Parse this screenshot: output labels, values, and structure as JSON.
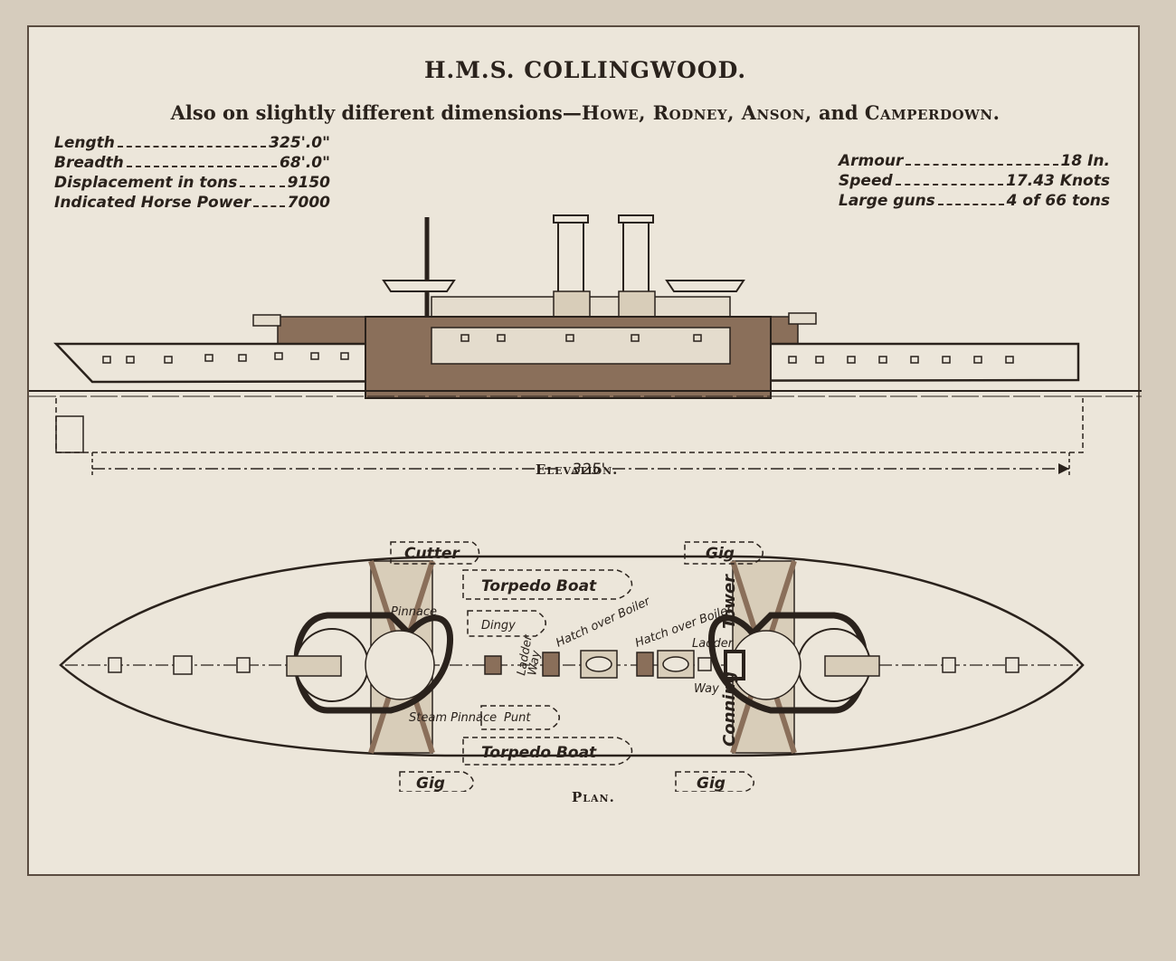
{
  "title": "H.M.S. COLLINGWOOD.",
  "subtitle": {
    "prefix": "Also on slightly different dimensions—",
    "ships": "Howe, Rodney, Anson,",
    "and": "and",
    "last": "Camperdown."
  },
  "specs_left": [
    {
      "label": "Length",
      "value": "325'.0\""
    },
    {
      "label": "Breadth",
      "value": "68'.0\""
    },
    {
      "label": "Displacement in tons",
      "value": "9150"
    },
    {
      "label": "Indicated Horse Power",
      "value": "7000"
    }
  ],
  "specs_right": [
    {
      "label": "Armour",
      "value": "18 In."
    },
    {
      "label": "Speed",
      "value": "17.43 Knots"
    },
    {
      "label": "Large guns",
      "value": "4 of 66 tons"
    }
  ],
  "elevation": {
    "caption": "Elevation.",
    "length_label": "325'"
  },
  "plan": {
    "caption": "Plan.",
    "labels": {
      "cutter": "Cutter",
      "gig_top": "Gig",
      "torpedo_top": "Torpedo Boat",
      "pinnace": "Pinnace",
      "dingy": "Dingy",
      "hatch1": "Hatch over Boiler",
      "hatch2": "Hatch over Boiler",
      "ladder_way_1a": "Ladder",
      "ladder_way_1b": "Way",
      "ladder_2": "Ladder",
      "way_2": "Way",
      "conning": "Conning",
      "tower": "Tower",
      "steam_pinnace": "Steam Pinnace",
      "punt": "Punt",
      "torpedo_bottom": "Torpedo Boat",
      "gig_left": "Gig",
      "gig_right": "Gig"
    }
  },
  "colors": {
    "ink": "#2a221c",
    "paper": "#ece6da",
    "armour": "#8a6f5a"
  }
}
